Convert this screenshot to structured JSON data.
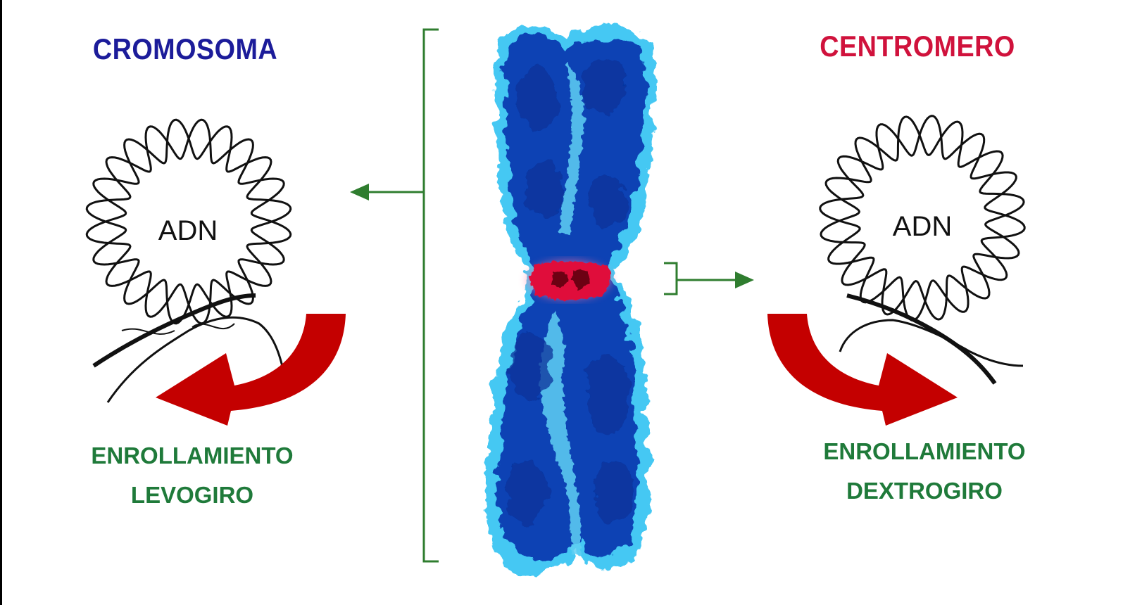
{
  "left_panel": {
    "title": "CROMOSOMA",
    "dna_label": "ADN",
    "caption_line1": "ENROLLAMIENTO",
    "caption_line2": "LEVOGIRO"
  },
  "right_panel": {
    "title": "CENTROMERO",
    "dna_label": "ADN",
    "caption_line1": "ENROLLAMIENTO",
    "caption_line2": "DEXTROGIRO"
  },
  "colors": {
    "chromosome_title": "#1c1c9a",
    "centromere_title": "#d0123c",
    "caption": "#1f7a3a",
    "connector": "#2f7d2f",
    "rotation_arrow": "#c40000",
    "chromosome_dark": "#0b3fb0",
    "chromosome_light": "#3fc7f2",
    "centromere": "#e0103a"
  },
  "icons": {
    "left_rotation": "counterclockwise-arrow-icon",
    "right_rotation": "clockwise-arrow-icon"
  }
}
